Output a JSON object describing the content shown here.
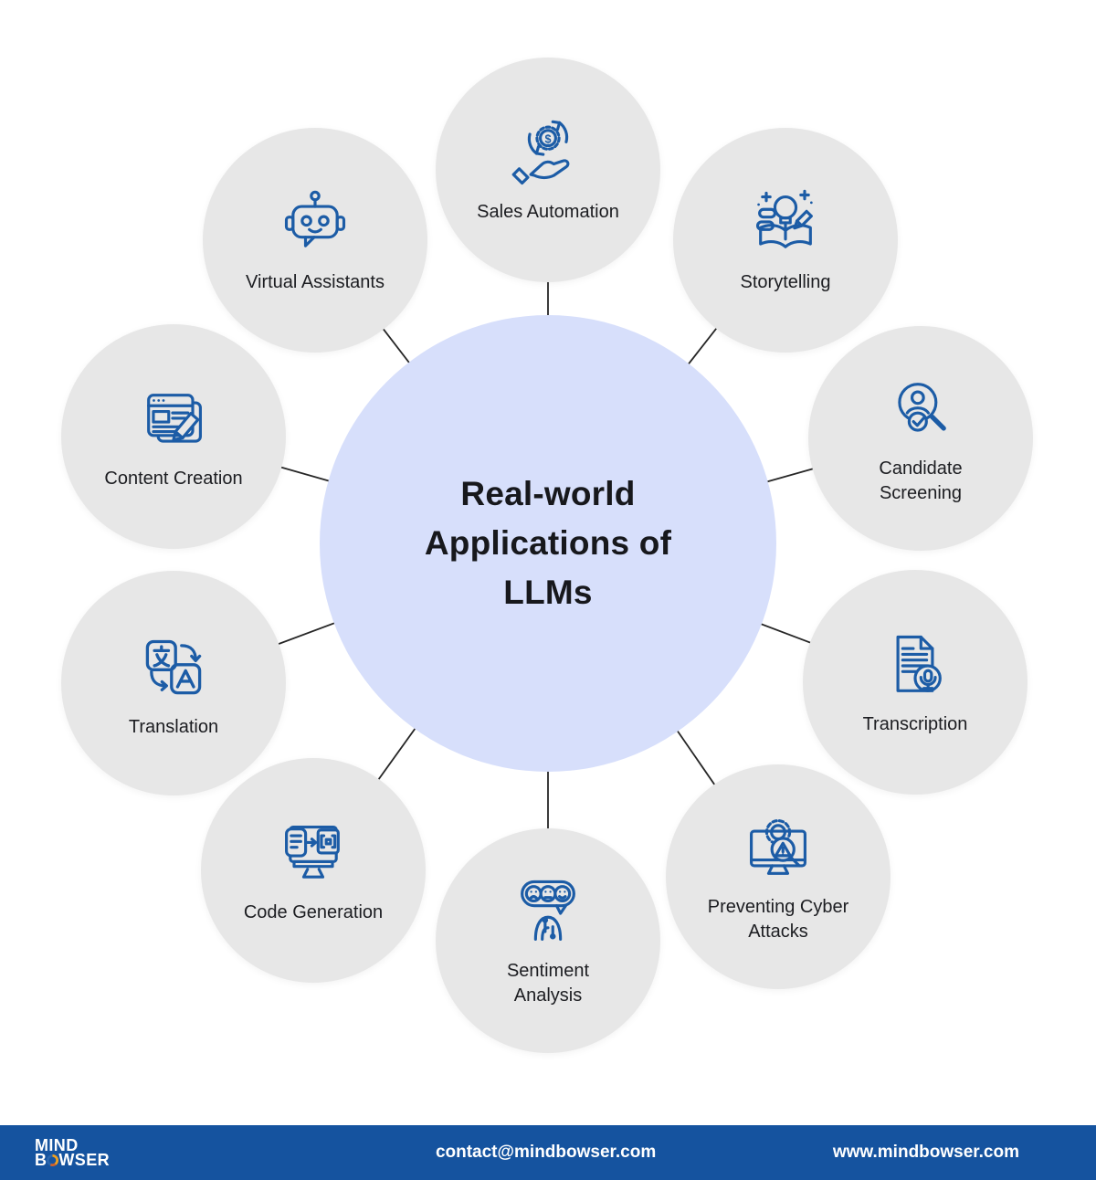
{
  "center": {
    "title": "Real-world Applications of LLMs"
  },
  "nodes": [
    {
      "label": "Sales Automation",
      "icon": "sales-automation-icon"
    },
    {
      "label": "Storytelling",
      "icon": "storytelling-icon"
    },
    {
      "label": "Candidate Screening",
      "icon": "candidate-screening-icon"
    },
    {
      "label": "Transcription",
      "icon": "transcription-icon"
    },
    {
      "label": "Preventing Cyber Attacks",
      "icon": "preventing-cyber-attacks-icon"
    },
    {
      "label": "Sentiment Analysis",
      "icon": "sentiment-analysis-icon"
    },
    {
      "label": "Code Generation",
      "icon": "code-generation-icon"
    },
    {
      "label": "Translation",
      "icon": "translation-icon"
    },
    {
      "label": "Content Creation",
      "icon": "content-creation-icon"
    },
    {
      "label": "Virtual Assistants",
      "icon": "virtual-assistants-icon"
    }
  ],
  "footer": {
    "logo_line1": "MIND",
    "logo_line2_prefix": "B",
    "logo_line2_suffix": "WSER",
    "email": "contact@mindbowser.com",
    "website": "www.mindbowser.com"
  },
  "colors": {
    "center_circle": "#d7dffb",
    "node_circle": "#e7e7e7",
    "icon_stroke": "#1c5ca6",
    "footer_bar": "#15539f",
    "connector": "#262626",
    "text": "#1c1d21"
  }
}
